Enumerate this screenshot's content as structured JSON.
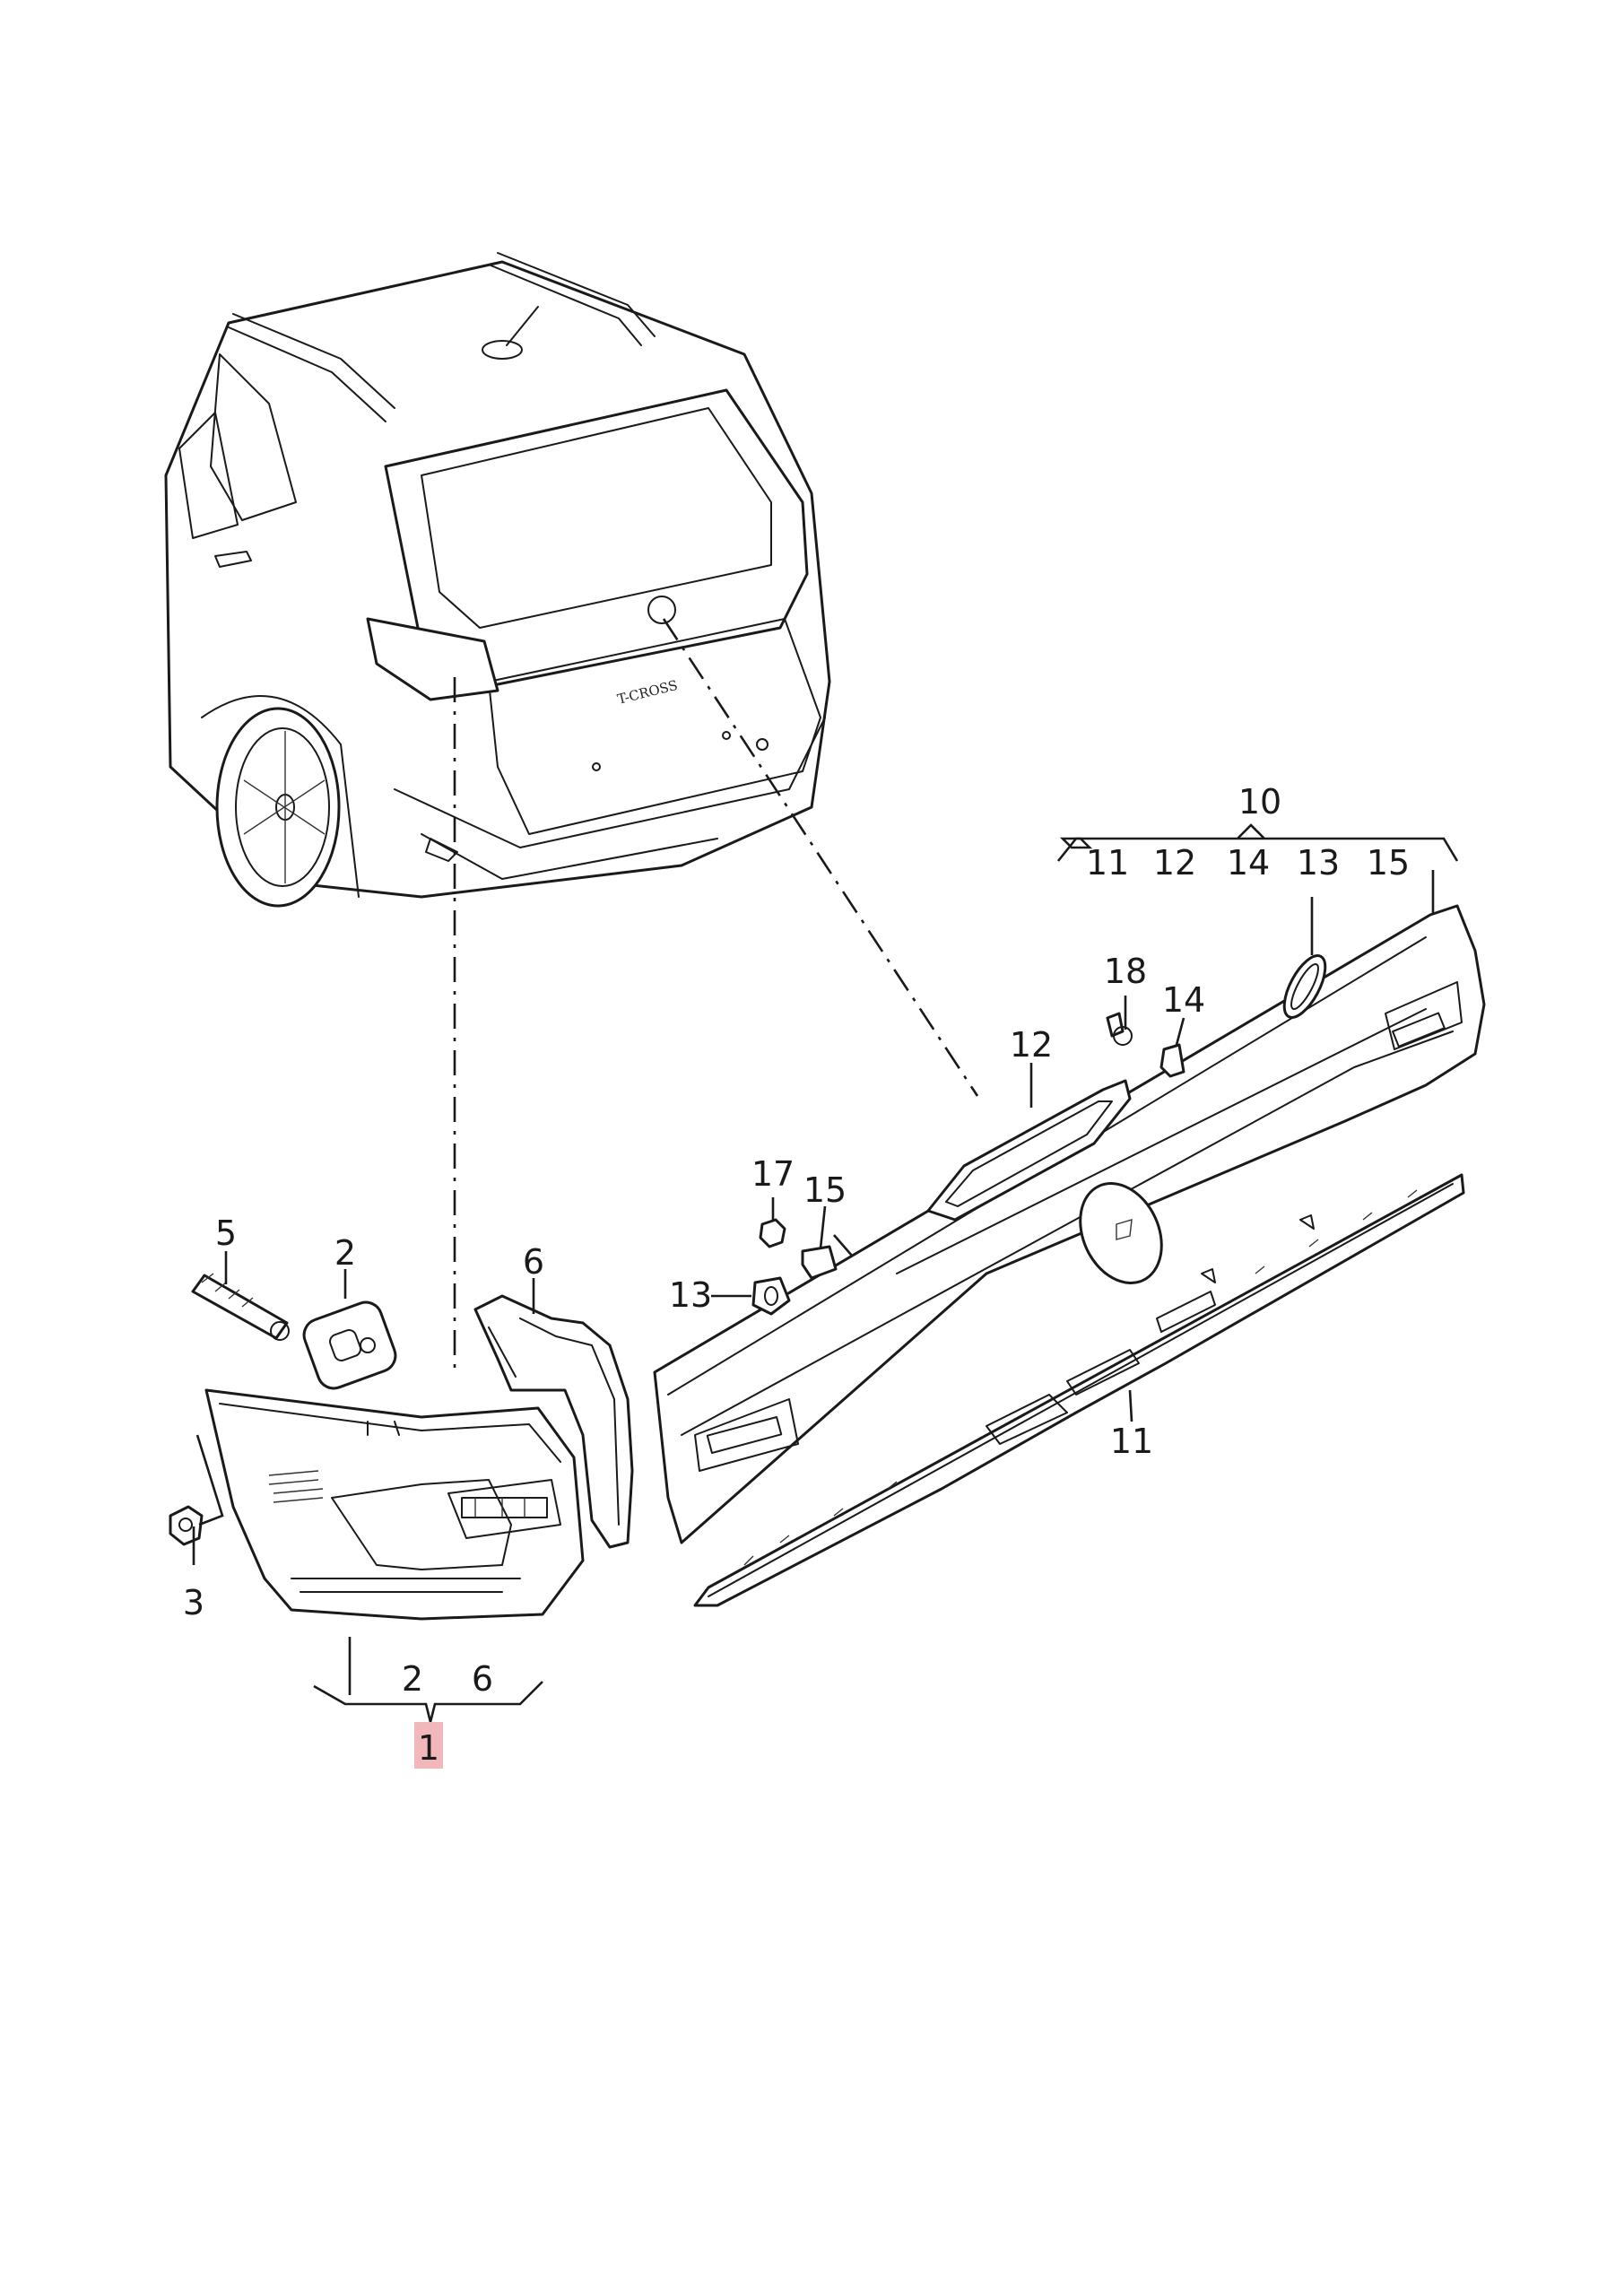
{
  "labels": {
    "l1": "1",
    "l2_pad": "2",
    "l2_group": "2",
    "l3": "3",
    "l5": "5",
    "l6_housing": "6",
    "l6_group": "6",
    "l10": "10",
    "g11": "11",
    "g12": "12",
    "g14": "14",
    "g13": "13",
    "g15": "15",
    "l11": "11",
    "l12": "12",
    "l13": "13",
    "l13_top": "13",
    "l14": "14",
    "l15": "15",
    "l17": "17",
    "l18": "18"
  },
  "emblem_text": "T-CROSS",
  "colors": {
    "line": "#1a1a1a",
    "highlight": "#f2b7bb",
    "background": "#ffffff"
  }
}
